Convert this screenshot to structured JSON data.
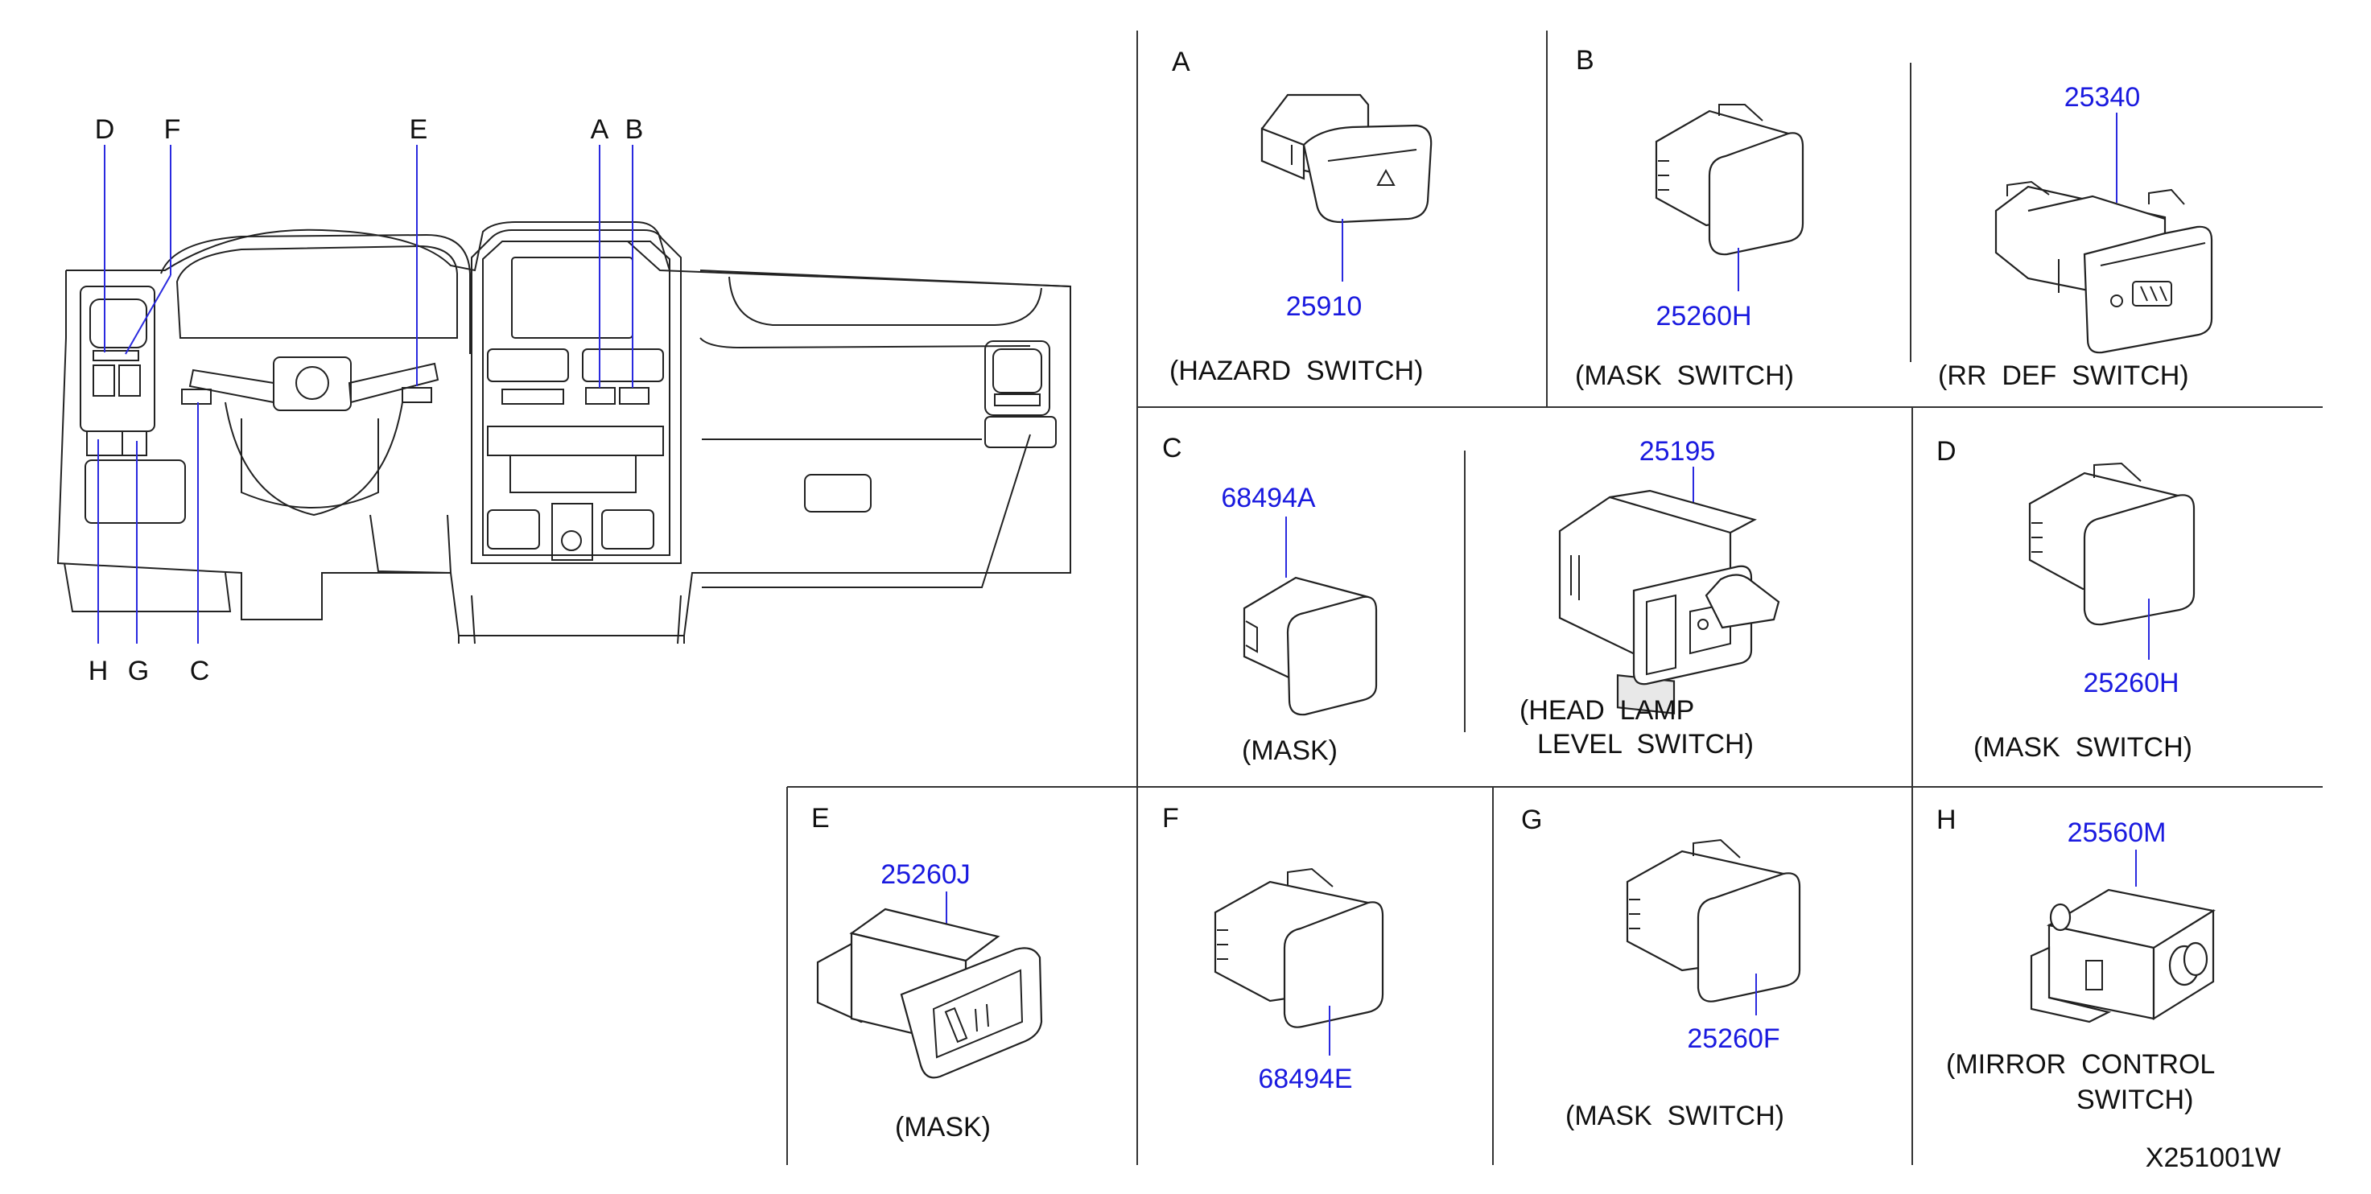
{
  "dashboard": {
    "callouts_top": [
      "D",
      "F",
      "E",
      "A",
      "B"
    ],
    "callouts_bottom": [
      "H",
      "G",
      "C"
    ]
  },
  "sections": {
    "A": {
      "letter": "A",
      "part_number": "25910",
      "caption": [
        "(HAZARD  SWITCH)"
      ]
    },
    "B": {
      "letter": "B",
      "part_number": "25260H",
      "caption": [
        "(MASK  SWITCH)"
      ]
    },
    "B2": {
      "part_number": "25340",
      "caption": [
        "(RR  DEF  SWITCH)"
      ]
    },
    "C": {
      "letter": "C",
      "part_number": "68494A",
      "caption": [
        "(MASK)"
      ]
    },
    "C2": {
      "part_number": "25195",
      "caption": [
        "(HEAD  LAMP",
        "LEVEL  SWITCH)"
      ]
    },
    "D": {
      "letter": "D",
      "part_number": "25260H",
      "caption": [
        "(MASK  SWITCH)"
      ]
    },
    "E": {
      "letter": "E",
      "part_number": "25260J",
      "caption": [
        "(MASK)"
      ]
    },
    "F": {
      "letter": "F",
      "part_number": "68494E",
      "caption": []
    },
    "G": {
      "letter": "G",
      "part_number": "25260F",
      "caption": [
        "(MASK  SWITCH)"
      ]
    },
    "H": {
      "letter": "H",
      "part_number": "25560M",
      "caption": [
        "(MIRROR  CONTROL",
        "SWITCH)"
      ]
    }
  },
  "reference_code": "X251001W",
  "colors": {
    "part_number": "#1a1adf",
    "leader_line": "#2a2adf",
    "line": "#222222"
  }
}
